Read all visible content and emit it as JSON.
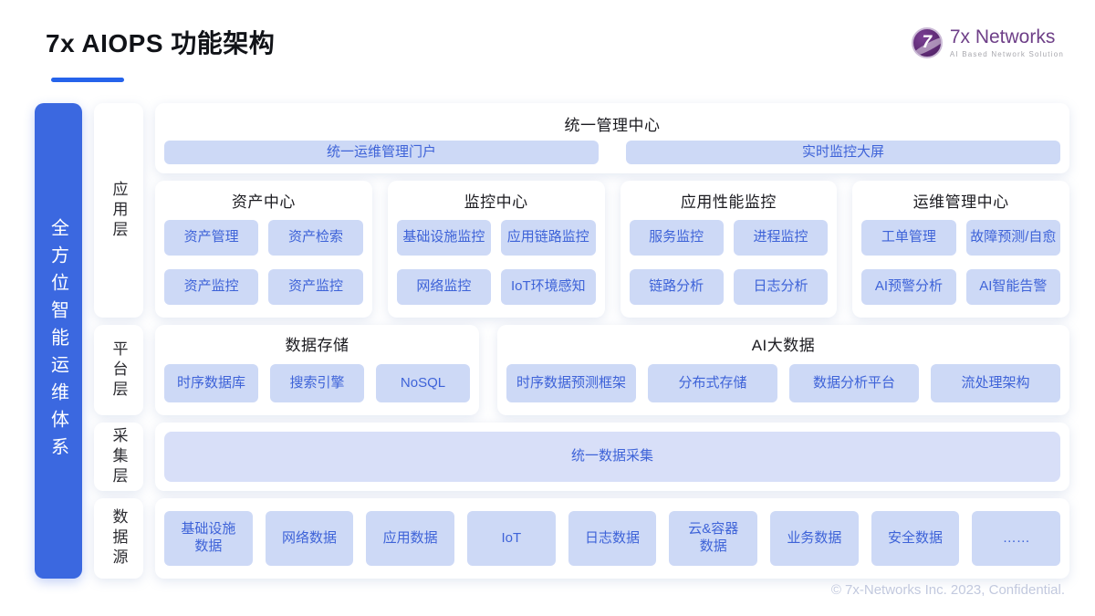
{
  "header": {
    "title": "7x AIOPS 功能架构",
    "logo": {
      "mark": "7",
      "name": "7x Networks",
      "tagline": "AI Based Network Solution"
    }
  },
  "side_banner": {
    "text": "全方位智能运维体系"
  },
  "layers": {
    "app": "应用层",
    "platform": "平台层",
    "collect": "采集层",
    "source": "数据源"
  },
  "management_center": {
    "title": "统一管理中心",
    "buttons": [
      "统一运维管理门户",
      "实时监控大屏"
    ]
  },
  "app_panels": [
    {
      "title": "资产中心",
      "buttons": [
        "资产管理",
        "资产检索",
        "资产监控",
        "资产监控"
      ]
    },
    {
      "title": "监控中心",
      "buttons": [
        "基础设施监控",
        "应用链路监控",
        "网络监控",
        "IoT环境感知"
      ]
    },
    {
      "title": "应用性能监控",
      "buttons": [
        "服务监控",
        "进程监控",
        "链路分析",
        "日志分析"
      ]
    },
    {
      "title": "运维管理中心",
      "buttons": [
        "工单管理",
        "故障预测/自愈",
        "AI预警分析",
        "AI智能告警"
      ]
    }
  ],
  "platform_panels": [
    {
      "title": "数据存储",
      "buttons": [
        "时序数据库",
        "搜索引擎",
        "NoSQL"
      ]
    },
    {
      "title": "AI大数据",
      "buttons": [
        "时序数据预测框架",
        "分布式存储",
        "数据分析平台",
        "流处理架构"
      ]
    }
  ],
  "collection": {
    "button": "统一数据采集"
  },
  "sources": [
    "基础设施\n数据",
    "网络数据",
    "应用数据",
    "IoT",
    "日志数据",
    "云&容器\n数据",
    "业务数据",
    "安全数据",
    "……"
  ],
  "footer": {
    "copyright": "© 7x-Networks Inc. 2023, Confidential."
  },
  "colors": {
    "accent_blue": "#3b68e0",
    "underline_blue": "#2563eb",
    "button_bg": "#cdd9f6",
    "button_text": "#3e63d8",
    "logo_purple": "#6e3f88"
  }
}
